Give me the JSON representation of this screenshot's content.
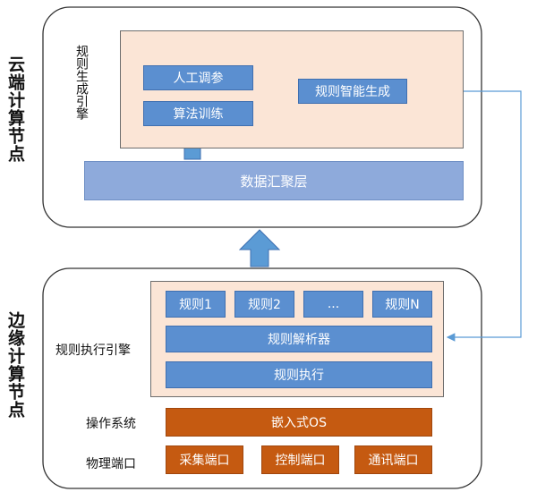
{
  "cloud": {
    "label": "云端计算节点",
    "engine_label": "规则生成引擎",
    "manual_tuning": "人工调参",
    "algorithm_training": "算法训练",
    "rule_generation": "规则智能生成",
    "data_layer": "数据汇聚层"
  },
  "edge": {
    "label": "边缘计算节点",
    "engine_label": "规则执行引擎",
    "rules": [
      "规则1",
      "规则2",
      "...",
      "规则N"
    ],
    "rule_parser": "规则解析器",
    "rule_execution": "规则执行",
    "os_label": "操作系统",
    "os_value": "嵌入式OS",
    "port_label": "物理端口",
    "ports": [
      "采集端口",
      "控制端口",
      "通讯端口"
    ]
  },
  "colors": {
    "node_blue": "#5b8fd0",
    "data_layer_blue": "#8eaadb",
    "panel_peach": "#fbe5d6",
    "os_orange": "#c55a11",
    "arrow_blue": "#5b9bd5"
  }
}
